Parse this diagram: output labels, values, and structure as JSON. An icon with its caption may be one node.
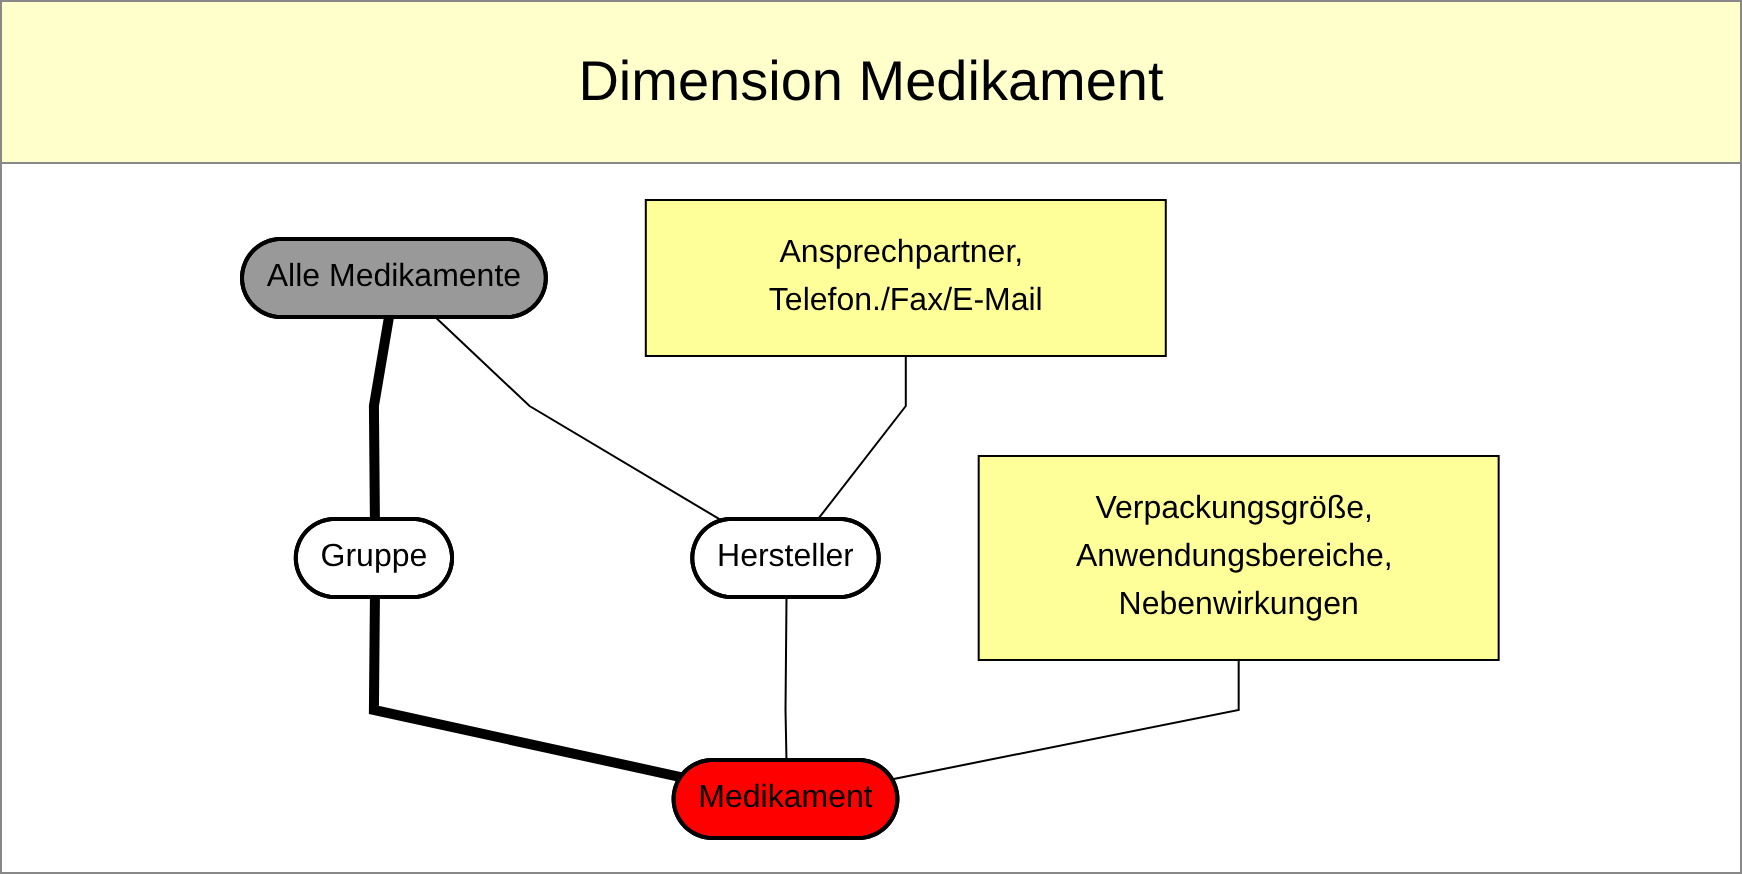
{
  "diagram": {
    "title": "Dimension Medikament",
    "nodes": [
      {
        "text": [
          "Alle Medikamente"
        ]
      },
      {
        "text": [
          "Gruppe"
        ]
      },
      {
        "text": [
          "Medikament"
        ]
      },
      {
        "text": [
          "Hersteller"
        ]
      },
      {
        "text": [
          "Verpackungsgröße, Anwendungsbereiche, Nebenwirkungen"
        ]
      },
      {
        "text": [
          "Ansprechpartner, Telefon./Fax/E-Mail"
        ]
      }
    ],
    "edges": [
      {
        "from": 0,
        "to": 1,
        "arrow": "none",
        "style": "thick"
      },
      {
        "from": 1,
        "to": 2,
        "arrow": "none",
        "style": "thick"
      },
      {
        "from": 0,
        "to": 3,
        "arrow": "none"
      },
      {
        "from": 3,
        "to": 2,
        "arrow": "none"
      },
      {
        "from": 4,
        "to": 2,
        "arrow": "none"
      },
      {
        "from": 5,
        "to": 3,
        "arrow": "none"
      }
    ]
  }
}
